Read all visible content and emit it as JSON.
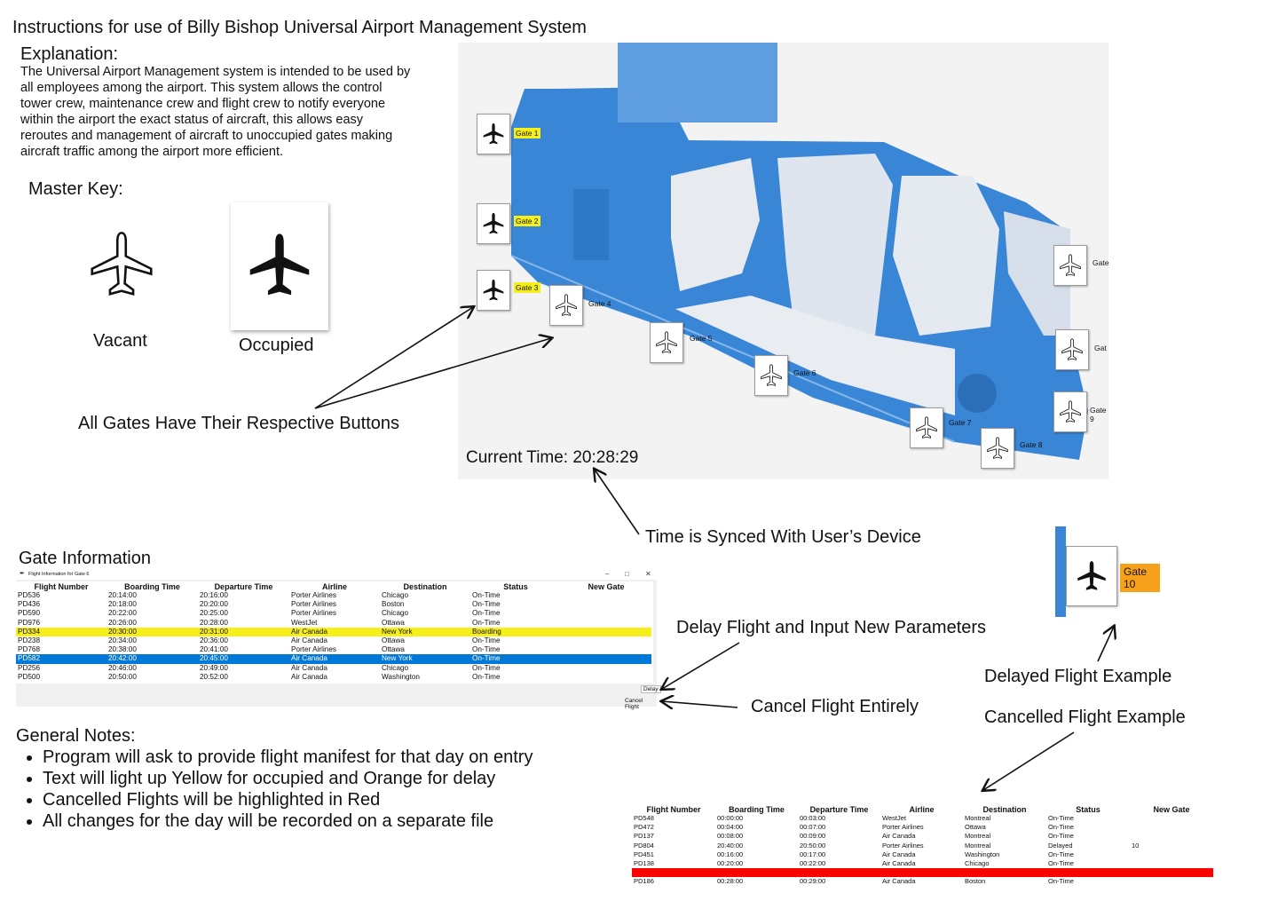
{
  "title": "Instructions for use of Billy Bishop Universal Airport Management System",
  "explanation": {
    "heading": "Explanation:",
    "body": "The Universal Airport Management system is intended to be used by all employees among the airport. This system allows the control tower crew, maintenance crew and flight crew to notify everyone within the airport the exact status of aircraft, this allows easy reroutes and management of aircraft to unoccupied gates making aircraft traffic among the airport more efficient."
  },
  "master_key": {
    "heading": "Master Key:",
    "vacant_label": "Vacant",
    "occupied_label": "Occupied"
  },
  "colors": {
    "map_blue": "#3a86d6",
    "occupied_yellow": "#f7ef1a",
    "delay_orange": "#f7a11a",
    "cancel_red": "#ff0000",
    "select_blue": "#0078d7"
  },
  "map": {
    "gates": [
      {
        "label": "Gate 1",
        "state": "occupied"
      },
      {
        "label": "Gate 2",
        "state": "occupied"
      },
      {
        "label": "Gate 3",
        "state": "occupied"
      },
      {
        "label": "Gate 4",
        "state": "vacant"
      },
      {
        "label": "Gate 5",
        "state": "vacant"
      },
      {
        "label": "Gate 6",
        "state": "vacant"
      },
      {
        "label": "Gate 7",
        "state": "vacant"
      },
      {
        "label": "Gate 8",
        "state": "vacant"
      },
      {
        "label": "Gate",
        "state": "vacant"
      },
      {
        "label": "Gat",
        "state": "vacant"
      },
      {
        "label": "Gate 9",
        "state": "vacant"
      }
    ],
    "watermark": "fotor",
    "current_time": "Current Time: 20:28:29"
  },
  "annotations": {
    "gates_buttons": "All Gates Have Their Respective Buttons",
    "time_synced": "Time is Synced With User’s Device",
    "delay": "Delay Flight and Input New Parameters",
    "cancel": "Cancel Flight Entirely",
    "delayed_example": "Delayed Flight Example",
    "cancelled_example": "Cancelled Flight Example"
  },
  "delayed_example": {
    "gate_label": "Gate 10"
  },
  "gate_info": {
    "heading": "Gate Information",
    "window_title": "Flight Information for Gate 6",
    "columns": [
      "Flight Number",
      "Boarding Time",
      "Departure Time",
      "Airline",
      "Destination",
      "Status",
      "New Gate"
    ],
    "rows": [
      [
        "PD536",
        "20:14:00",
        "20:16:00",
        "Porter Airlines",
        "Chicago",
        "On-Time",
        ""
      ],
      [
        "PD436",
        "20:18:00",
        "20:20:00",
        "Porter Airlines",
        "Boston",
        "On-Time",
        ""
      ],
      [
        "PD590",
        "20:22:00",
        "20:25:00",
        "Porter Airlines",
        "Chicago",
        "On-Time",
        ""
      ],
      [
        "PD976",
        "20:26:00",
        "20:28:00",
        "WestJet",
        "Ottawa",
        "On-Time",
        ""
      ],
      [
        "PD334",
        "20:30:00",
        "20:31:00",
        "Air Canada",
        "New York",
        "Boarding",
        ""
      ],
      [
        "PD238",
        "20:34:00",
        "20:36:00",
        "Air Canada",
        "Ottawa",
        "On-Time",
        ""
      ],
      [
        "PD768",
        "20:38:00",
        "20:41:00",
        "Porter Airlines",
        "Ottawa",
        "On-Time",
        ""
      ],
      [
        "PD582",
        "20:42:00",
        "20:45:00",
        "Air Canada",
        "New York",
        "On-Time",
        ""
      ],
      [
        "PD256",
        "20:46:00",
        "20:49:00",
        "Air Canada",
        "Chicago",
        "On-Time",
        ""
      ],
      [
        "PD500",
        "20:50:00",
        "20:52:00",
        "Air Canada",
        "Washington",
        "On-Time",
        ""
      ]
    ],
    "delay_button": "Delay",
    "cancel_button": "Cancel Flight"
  },
  "cancelled_table": {
    "columns": [
      "Flight Number",
      "Boarding Time",
      "Departure Time",
      "Airline",
      "Destination",
      "Status",
      "New Gate"
    ],
    "rows": [
      [
        "PD548",
        "00:00:00",
        "00:03:00",
        "WestJet",
        "Montreal",
        "On-Time",
        ""
      ],
      [
        "PD472",
        "00:04:00",
        "00:07:00",
        "Porter Airlines",
        "Ottawa",
        "On-Time",
        ""
      ],
      [
        "PD137",
        "00:08:00",
        "00:09:00",
        "Air Canada",
        "Montreal",
        "On-Time",
        ""
      ],
      [
        "PD804",
        "20:40:00",
        "20:50:00",
        "Porter Airlines",
        "Montreal",
        "Delayed",
        "10"
      ],
      [
        "PD451",
        "00:16:00",
        "00:17:00",
        "Air Canada",
        "Washington",
        "On-Time",
        ""
      ],
      [
        "PD138",
        "00:20:00",
        "00:22:00",
        "Air Canada",
        "Chicago",
        "On-Time",
        ""
      ],
      [
        "",
        "",
        "",
        "",
        "",
        "",
        ""
      ],
      [
        "PD186",
        "00:28:00",
        "00:29:00",
        "Air Canada",
        "Boston",
        "On-Time",
        ""
      ]
    ]
  },
  "general_notes": {
    "heading": "General Notes:",
    "items": [
      "Program will ask to provide flight manifest for that day on entry",
      "Text will light up Yellow for occupied and Orange for delay",
      "Cancelled Flights will be highlighted in Red",
      "All changes for the day will be recorded on a separate file"
    ]
  }
}
